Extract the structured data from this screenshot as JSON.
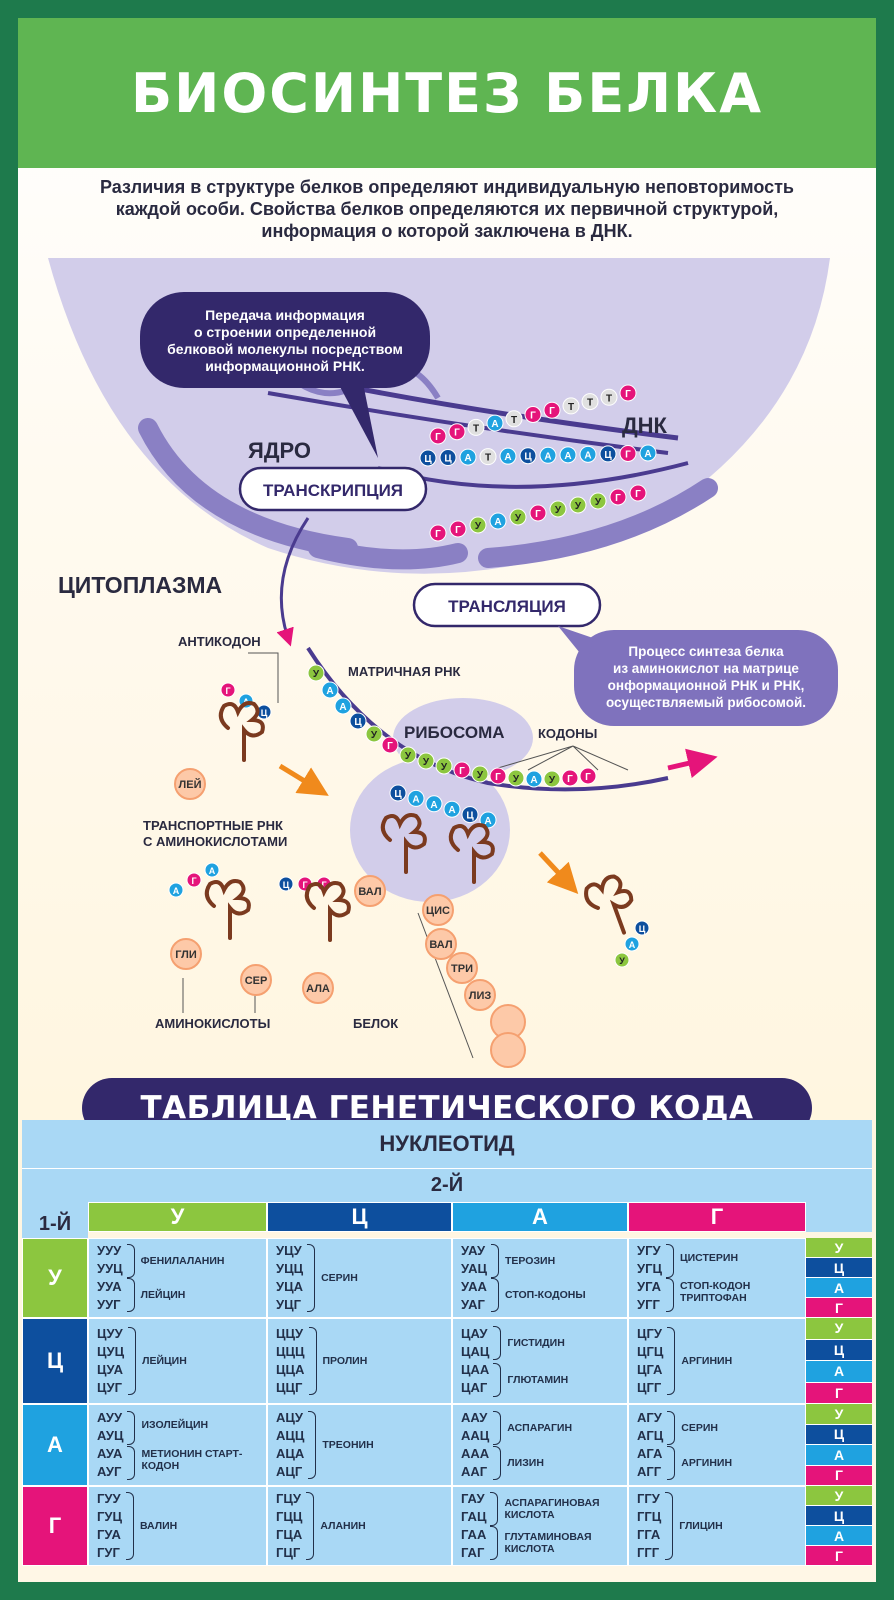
{
  "title": "БИОСИНТЕЗ БЕЛКА",
  "intro": [
    "Различия в структуре белков определяют индивидуальную неповторимость",
    "каждой особи. Свойства белков определяются их первичной структурой,",
    "информация о которой заключена в ДНК."
  ],
  "bubble1": [
    "Передача информация",
    "о строении определенной",
    "белковой молекулы посредством",
    "информационной РНК."
  ],
  "bubble2": [
    "Процесс синтеза белка",
    "из аминокислот на матрице",
    "онформационной РНК и РНК,",
    "осуществляемый рибосомой."
  ],
  "labels": {
    "nucleus": "ЯДРО",
    "dna": "ДНК",
    "transcription": "ТРАНСКРИПЦИЯ",
    "cytoplasm": "ЦИТОПЛАЗМА",
    "translation": "ТРАНСЛЯЦИЯ",
    "anticodon": "АНТИКОДОН",
    "mrna": "МАТРИЧНАЯ РНК",
    "ribosome": "РИБОСОМА",
    "codons": "КОДОНЫ",
    "trna": [
      "ТРАНСПОРТНЫЕ РНК",
      "С АМИНОКИСЛОТАМИ"
    ],
    "aminoacids": "АМИНОКИСЛОТЫ",
    "protein": "БЕЛОК"
  },
  "dna_top": [
    "Г",
    "Г",
    "Т",
    "А",
    "Т",
    "Г",
    "Г",
    "Т",
    "Т",
    "Т",
    "Г"
  ],
  "dna_mid": [
    "Ц",
    "Ц",
    "А",
    "Т",
    "А",
    "Ц",
    "А",
    "А",
    "А",
    "Ц",
    "Г",
    "А"
  ],
  "rna_nuc": [
    "Г",
    "Г",
    "У",
    "А",
    "У",
    "Г",
    "У",
    "У",
    "У",
    "Г",
    "Г"
  ],
  "mrna_seq": [
    "У",
    "А",
    "А",
    "Ц",
    "У",
    "Г",
    "У",
    "У",
    "У",
    "Г",
    "У",
    "Г",
    "У",
    "А",
    "У",
    "Г",
    "Г"
  ],
  "ribo_anticodon": [
    "Ц",
    "А",
    "А",
    "А",
    "Ц",
    "А"
  ],
  "trna_left": {
    "anticodon": [
      "Г",
      "А",
      "Ц"
    ],
    "aa": "ЛЕЙ"
  },
  "trna_gli": {
    "anticodon": [
      "А",
      "Г",
      "А"
    ],
    "aa": "ГЛИ"
  },
  "trna_ala": {
    "anticodon": [
      "Ц",
      "Г",
      "Г"
    ],
    "aa": "АЛА"
  },
  "free_aa": "СЕР",
  "trna_exit": {
    "anticodon": [
      "Ц",
      "А",
      "У"
    ]
  },
  "ribo_aa": "ВАЛ",
  "chain": [
    "ЦИС",
    "ВАЛ",
    "ТРИ",
    "ЛИЗ",
    "",
    ""
  ],
  "colors": {
    "У": "#8cc63f",
    "Ц": "#0d4f9e",
    "А": "#1fa2e0",
    "Г": "#e5147a",
    "Т": "#e0e0e0"
  },
  "gc": {
    "title": "ТАБЛИЦА ГЕНЕТИЧЕСКОГО КОДА",
    "nucleotide": "НУКЛЕОТИД",
    "first": "1-Й",
    "second": "2-Й",
    "bases": [
      "У",
      "Ц",
      "А",
      "Г"
    ],
    "rows": [
      [
        {
          "c": [
            "УУУ",
            "УУЦ",
            "УУА",
            "УУГ"
          ],
          "a": [
            {
              "t": "ФЕНИЛАЛАНИН",
              "n": 2
            },
            {
              "t": "ЛЕЙЦИН",
              "n": 2
            }
          ]
        },
        {
          "c": [
            "УЦУ",
            "УЦЦ",
            "УЦА",
            "УЦГ"
          ],
          "a": [
            {
              "t": "СЕРИН",
              "n": 4
            }
          ]
        },
        {
          "c": [
            "УАУ",
            "УАЦ",
            "УАА",
            "УАГ"
          ],
          "a": [
            {
              "t": "ТЕРОЗИН",
              "n": 2
            },
            {
              "t": "СТОП-КОДОНЫ",
              "n": 2
            }
          ]
        },
        {
          "c": [
            "УГУ",
            "УГЦ",
            "УГА",
            "УГГ"
          ],
          "a": [
            {
              "t": "ЦИСТЕРИН",
              "n": 2
            },
            {
              "t": "СТОП-КОДОН ТРИПТОФАН",
              "n": 2
            }
          ]
        }
      ],
      [
        {
          "c": [
            "ЦУУ",
            "ЦУЦ",
            "ЦУА",
            "ЦУГ"
          ],
          "a": [
            {
              "t": "ЛЕЙЦИН",
              "n": 4
            }
          ]
        },
        {
          "c": [
            "ЦЦУ",
            "ЦЦЦ",
            "ЦЦА",
            "ЦЦГ"
          ],
          "a": [
            {
              "t": "ПРОЛИН",
              "n": 4
            }
          ]
        },
        {
          "c": [
            "ЦАУ",
            "ЦАЦ",
            "ЦАА",
            "ЦАГ"
          ],
          "a": [
            {
              "t": "ГИСТИДИН",
              "n": 2
            },
            {
              "t": "ГЛЮТАМИН",
              "n": 2
            }
          ]
        },
        {
          "c": [
            "ЦГУ",
            "ЦГЦ",
            "ЦГА",
            "ЦГГ"
          ],
          "a": [
            {
              "t": "АРГИНИН",
              "n": 4
            }
          ]
        }
      ],
      [
        {
          "c": [
            "АУУ",
            "АУЦ",
            "АУА",
            "АУГ"
          ],
          "a": [
            {
              "t": "ИЗОЛЕЙЦИН",
              "n": 2
            },
            {
              "t": "МЕТИОНИН СТАРТ-КОДОН",
              "n": 2
            }
          ]
        },
        {
          "c": [
            "АЦУ",
            "АЦЦ",
            "АЦА",
            "АЦГ"
          ],
          "a": [
            {
              "t": "ТРЕОНИН",
              "n": 4
            }
          ]
        },
        {
          "c": [
            "ААУ",
            "ААЦ",
            "ААА",
            "ААГ"
          ],
          "a": [
            {
              "t": "АСПАРАГИН",
              "n": 2
            },
            {
              "t": "ЛИЗИН",
              "n": 2
            }
          ]
        },
        {
          "c": [
            "АГУ",
            "АГЦ",
            "АГА",
            "АГГ"
          ],
          "a": [
            {
              "t": "СЕРИН",
              "n": 2
            },
            {
              "t": "АРГИНИН",
              "n": 2
            }
          ]
        }
      ],
      [
        {
          "c": [
            "ГУУ",
            "ГУЦ",
            "ГУА",
            "ГУГ"
          ],
          "a": [
            {
              "t": "ВАЛИН",
              "n": 4
            }
          ]
        },
        {
          "c": [
            "ГЦУ",
            "ГЦЦ",
            "ГЦА",
            "ГЦГ"
          ],
          "a": [
            {
              "t": "АЛАНИН",
              "n": 4
            }
          ]
        },
        {
          "c": [
            "ГАУ",
            "ГАЦ",
            "ГАА",
            "ГАГ"
          ],
          "a": [
            {
              "t": "АСПАРАГИНОВАЯ КИСЛОТА",
              "n": 2
            },
            {
              "t": "ГЛУТАМИНОВАЯ КИСЛОТА",
              "n": 2
            }
          ]
        },
        {
          "c": [
            "ГГУ",
            "ГГЦ",
            "ГГА",
            "ГГГ"
          ],
          "a": [
            {
              "t": "ГЛИЦИН",
              "n": 4
            }
          ]
        }
      ]
    ]
  }
}
